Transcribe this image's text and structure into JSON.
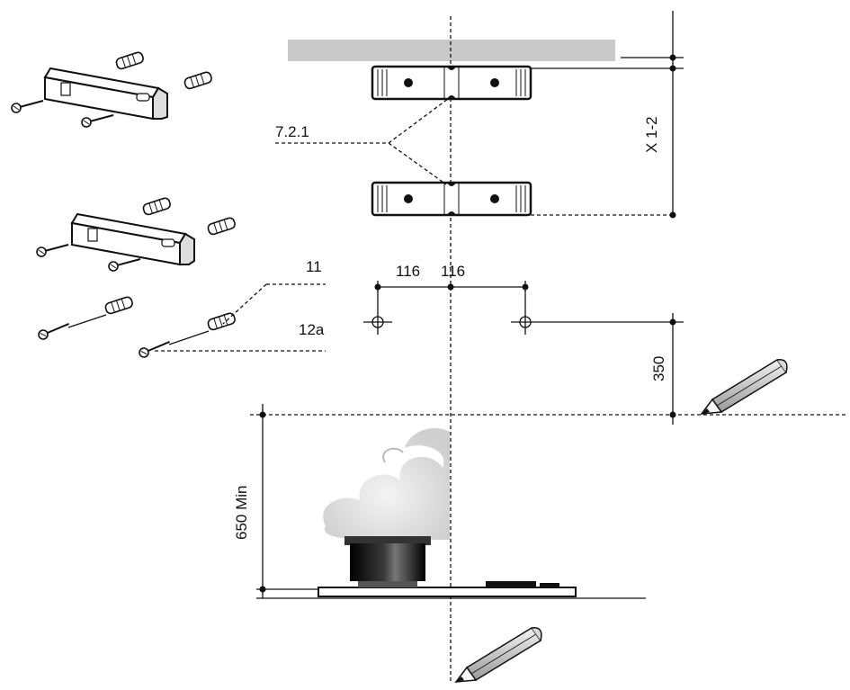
{
  "labels": {
    "ref_bracket": "7.2.1",
    "ref_screw_11": "11",
    "ref_screw_12a": "12a",
    "dim_left": "116",
    "dim_right": "116",
    "dim_vertical_x": "X 1-2",
    "dim_350": "350",
    "dim_650": "650 Min"
  },
  "colors": {
    "ceiling": "#c9c9c9",
    "ink": "#111111",
    "steam": "#dcdcdc",
    "pot": "#1a1a1a"
  },
  "icons": [
    "bracket-icon",
    "wall-plug-icon",
    "screw-icon",
    "pencil-icon",
    "pot-icon",
    "hob-icon"
  ]
}
